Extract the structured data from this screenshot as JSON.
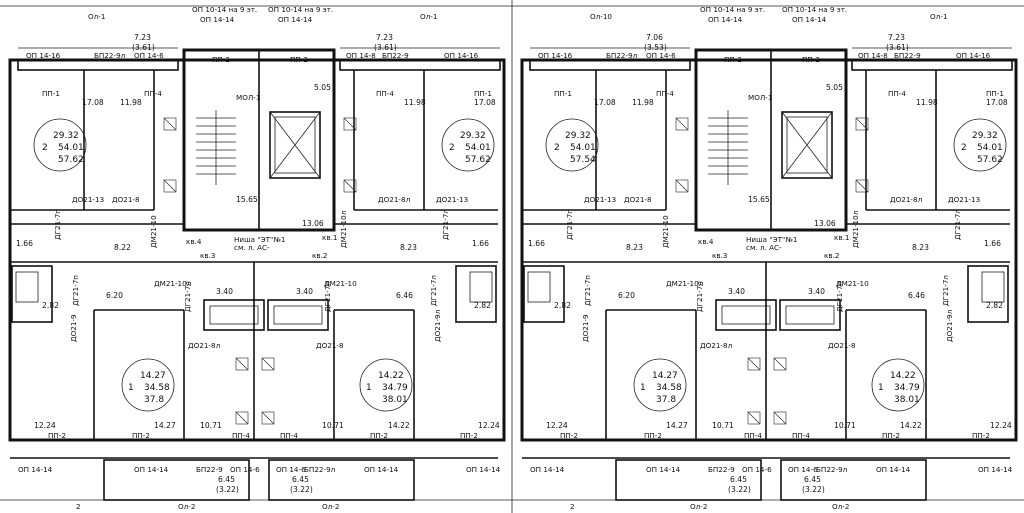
{
  "plan": {
    "header": {
      "axes_top": [
        "Ол-1",
        "Ол-1",
        "Ол-10",
        "Ол-1"
      ],
      "axes_bottom": [
        "Ол-2",
        "Ол-2",
        "Ол-2",
        "Ол-2"
      ],
      "elev_marks": [
        "2",
        "2"
      ],
      "slab_notes": [
        "ОП 10-14 на 9 эт.",
        "ОП 14-14",
        "ОП 10-14 на 9 эт.",
        "ОП 14-14",
        "ОП 10-14 на 9 эт.",
        "ОП 14-14",
        "ОП 10-14 на 9 эт.",
        "ОП 14-14"
      ]
    },
    "sections": [
      {
        "balcony_top_left": {
          "area": "7.23",
          "sub": "(3.61)",
          "slab1": "ОП 14-16",
          "slab2": "БП22-9л",
          "slab3": "ОП 14-6"
        },
        "balcony_top_right": {
          "area": "7.23",
          "sub": "(3.61)",
          "slab1": "ОП 14-8",
          "slab2": "БП22-9",
          "slab3": "ОП 14-16"
        },
        "stair": {
          "pp_left": "ПП-2",
          "pp_right": "ПП-2",
          "mol": "МОЛ-1",
          "area_stair": "15.65",
          "area_lift": "5.05",
          "area_hall": "13.06",
          "niche": "Ниша \"ЭТ\"№1",
          "niche_sub": "см. л. АС-"
        },
        "apt2_left": {
          "rooms": "2",
          "living": "29.32",
          "total": "54.01",
          "total2": "57.62",
          "pp": "ПП-1",
          "pp4": "ПП-4",
          "room1": "17.08",
          "room2": "11.98",
          "hall": "8.22",
          "wc": "1.66",
          "bath": "2.82",
          "kitchen": "6.20",
          "d1": "ДО21-13",
          "d2": "ДО21-8",
          "d3": "ДГ21-7п",
          "d4": "ДМ21-10",
          "d5": "ДГ21-7п",
          "kv": "кв.4",
          "kv2": "кв.3"
        },
        "apt2_right": {
          "rooms": "2",
          "living": "29.32",
          "total": "54.01",
          "total2": "57.62",
          "pp": "ПП-1",
          "pp4": "ПП-4",
          "room1": "17.08",
          "room2": "11.98",
          "hall": "8.23",
          "wc": "1.66",
          "bath": "2.82",
          "kitchen": "6.46",
          "d1": "ДО21-13",
          "d2": "ДО21-8л",
          "d3": "ДГ21-7л",
          "d4": "ДМ21-10л",
          "d5": "ДГ21-7л",
          "kv": "кв.1",
          "kv2": "кв.2"
        },
        "apt1_left": {
          "rooms": "1",
          "living": "14.27",
          "total": "34.58",
          "total2": "37.8",
          "room": "12.24",
          "room2": "14.27",
          "wc": "3.40",
          "bath2": "10.71",
          "pp": "ПП-2",
          "pp2": "ПП-2",
          "pp4": "ПП-4",
          "d1": "ДО21-9",
          "d2": "ДО21-8л",
          "d3": "ДМ21-10л",
          "d4": "ДГ21-7л"
        },
        "apt1_right": {
          "rooms": "1",
          "living": "14.22",
          "total": "34.79",
          "total2": "38.01",
          "room": "12.24",
          "room2": "14.22",
          "wc": "3.40",
          "bath2": "10.71",
          "pp": "ПП-2",
          "pp2": "ПП-2",
          "pp4": "ПП-4",
          "d1": "ДО21-8",
          "d2": "ДО21-9л",
          "d3": "ДМ21-10",
          "d4": "ДГ21-7л"
        },
        "bottom": {
          "slab_l": "ОП 14-14",
          "slab_l2": "ОП 14-14",
          "slab_r": "ОП 14-14",
          "slab_r2": "ОП 14-14",
          "bp_l": "БП22-9",
          "bp_l2": "ОП 14-6",
          "bp_r": "ОП 14-6",
          "bp_r2": "БП22-9л",
          "area_l": "6.45",
          "sub_l": "(3.22)",
          "area_r": "6.45",
          "sub_r": "(3.22)"
        }
      },
      {
        "balcony_top_left": {
          "area": "7.06",
          "sub": "(3.53)",
          "slab1": "ОП 14-16",
          "slab2": "БП22-9л",
          "slab3": "ОП 14-6"
        },
        "balcony_top_right": {
          "area": "7.23",
          "sub": "(3.61)",
          "slab1": "ОП 14-8",
          "slab2": "БП22-9",
          "slab3": "ОП 14-16"
        },
        "stair": {
          "pp_left": "ПП-2",
          "pp_right": "ПП-2",
          "mol": "МОЛ-1",
          "area_stair": "15.65",
          "area_lift": "5.05",
          "area_hall": "13.06",
          "niche": "Ниша \"ЭТ\"№1",
          "niche_sub": "см. л. АС-"
        },
        "apt2_left": {
          "rooms": "2",
          "living": "29.32",
          "total": "54.01",
          "total2": "57.54",
          "pp": "ПП-1",
          "pp4": "ПП-4",
          "room1": "17.08",
          "room2": "11.98",
          "hall": "8.23",
          "wc": "1.66",
          "bath": "2.82",
          "kitchen": "6.20",
          "d1": "ДО21-13",
          "d2": "ДО21-8",
          "d3": "ДГ21-7п",
          "d4": "ДМ21-10",
          "d5": "ДГ21-7п",
          "kv": "кв.4",
          "kv2": "кв.3"
        },
        "apt2_right": {
          "rooms": "2",
          "living": "29.32",
          "total": "54.01",
          "total2": "57.62",
          "pp": "ПП-1",
          "pp4": "ПП-4",
          "room1": "17.08",
          "room2": "11.98",
          "hall": "8.23",
          "wc": "1.66",
          "bath": "2.82",
          "kitchen": "6.46",
          "d1": "ДО21-13",
          "d2": "ДО21-8л",
          "d3": "ДГ21-7л",
          "d4": "ДМ21-10л",
          "d5": "ДГ21-7л",
          "kv": "кв.1",
          "kv2": "кв.2"
        },
        "apt1_left": {
          "rooms": "1",
          "living": "14.27",
          "total": "34.58",
          "total2": "37.8",
          "room": "12.24",
          "room2": "14.27",
          "wc": "3.40",
          "bath2": "10.71",
          "pp": "ПП-2",
          "pp2": "ПП-2",
          "pp4": "ПП-4",
          "d1": "ДО21-9",
          "d2": "ДО21-8л",
          "d3": "ДМ21-10л",
          "d4": "ДГ21-7л"
        },
        "apt1_right": {
          "rooms": "1",
          "living": "14.22",
          "total": "34.79",
          "total2": "38.01",
          "room": "12.24",
          "room2": "14.22",
          "wc": "3.40",
          "bath2": "10.71",
          "pp": "ПП-2",
          "pp2": "ПП-2",
          "pp4": "ПП-4",
          "d1": "ДО21-8",
          "d2": "ДО21-9л",
          "d3": "ДМ21-10",
          "d4": "ДГ21-7л"
        },
        "bottom": {
          "slab_l": "ОП 14-14",
          "slab_l2": "ОП 14-14",
          "slab_r": "ОП 14-14",
          "slab_r2": "ОП 14-14",
          "bp_l": "БП22-9",
          "bp_l2": "ОП 14-6",
          "bp_r": "ОП 14-6",
          "bp_r2": "БП22-9л",
          "area_l": "6.45",
          "sub_l": "(3.22)",
          "area_r": "6.45",
          "sub_r": "(3.22)"
        }
      }
    ]
  }
}
